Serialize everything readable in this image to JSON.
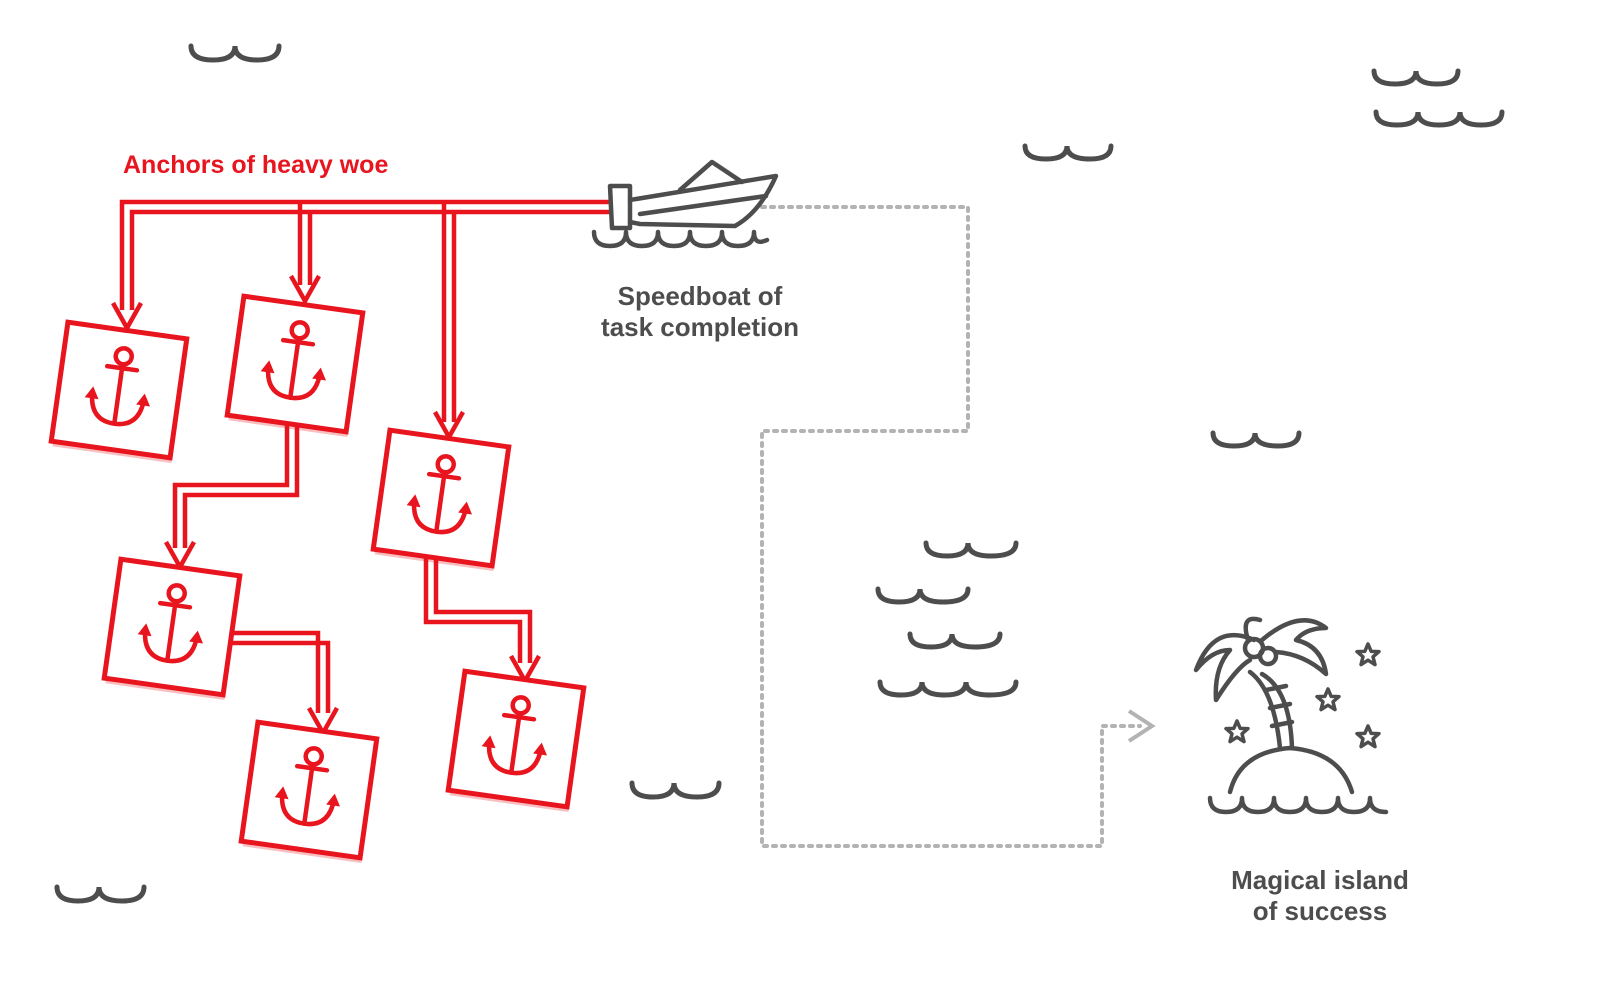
{
  "colors": {
    "woe": "#e8141e",
    "ink": "#4d4d4d",
    "path": "#b3b3b3"
  },
  "labels": {
    "anchors_title": "Anchors of heavy woe",
    "boat_line1": "Speedboat of",
    "boat_line2": "task completion",
    "island_line1": "Magical island",
    "island_line2": "of success"
  },
  "icons": {
    "anchor": "anchor-icon",
    "boat": "speedboat-icon",
    "island": "palm-island-icon",
    "star": "star-icon",
    "wave": "wave-icon"
  }
}
